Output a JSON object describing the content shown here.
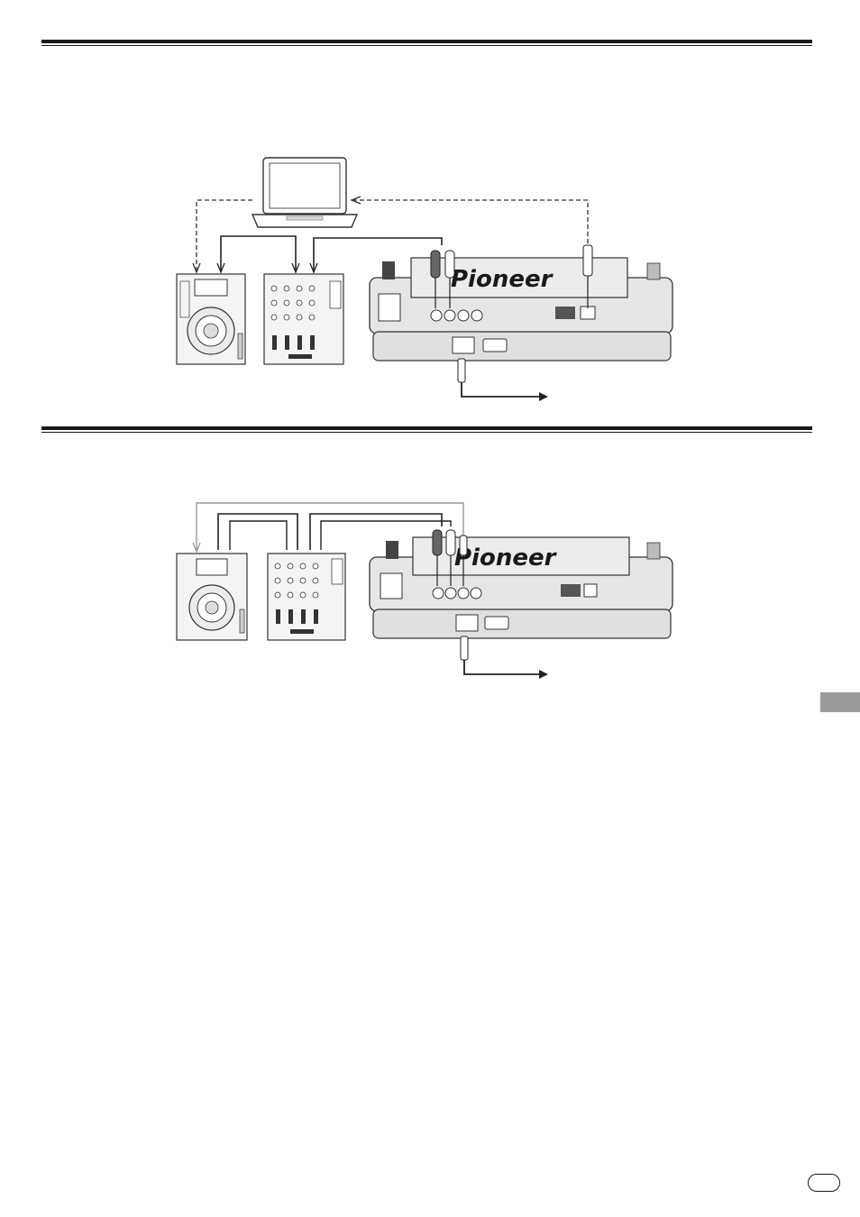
{
  "brand": {
    "logo_text": "Pioneer"
  },
  "sections": [
    {
      "id": "top",
      "devices": [
        "laptop",
        "cdj",
        "mixer",
        "turntable-rear"
      ]
    },
    {
      "id": "bottom",
      "devices": [
        "cdj",
        "mixer",
        "turntable-rear"
      ]
    }
  ],
  "side_tab": {
    "color": "#9a9a9a"
  },
  "page_badge": {
    "text": ""
  }
}
